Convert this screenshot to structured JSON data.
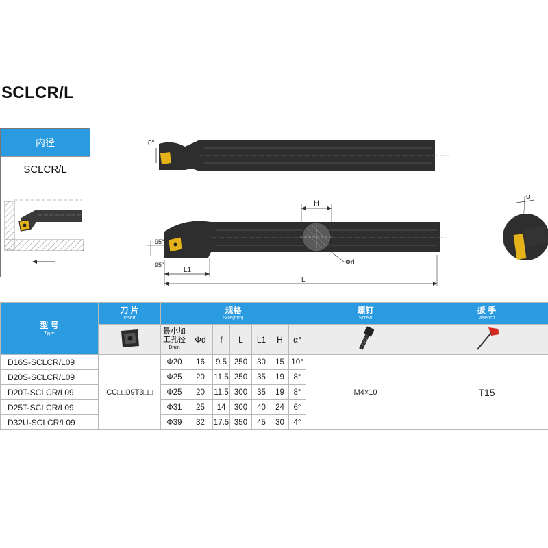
{
  "title": "SCLCR/L",
  "side_panel": {
    "heading": "内径",
    "model": "SCLCR/L"
  },
  "drawing": {
    "angle_top": "0°",
    "angle_left": "95°",
    "angle_bottom": "95°",
    "dim_h": "H",
    "dim_l1": "L1",
    "dim_l": "L",
    "dim_d": "Φd",
    "angle_alpha": "α"
  },
  "table": {
    "model_header": {
      "cn": "型 号",
      "en": "Type"
    },
    "insert_header": {
      "cn": "刀 片",
      "en": "Insert"
    },
    "size_header": {
      "cn": "规格",
      "en": "Size(mm)"
    },
    "screw_header": {
      "cn": "螺钉",
      "en": "Screw"
    },
    "wrench_header": {
      "cn": "扳 手",
      "en": "Wrench"
    },
    "dmin_header": {
      "cn": "最小加工孔径",
      "en": "Dmin"
    },
    "sub_headers": [
      "Φd",
      "f",
      "L",
      "L1",
      "H",
      "α°"
    ],
    "rows": [
      {
        "model": "D16S-SCLCR/L09",
        "dmin": "Φ20",
        "d": "16",
        "f": "9.5",
        "L": "250",
        "L1": "30",
        "H": "15",
        "a": "10°"
      },
      {
        "model": "D20S-SCLCR/L09",
        "dmin": "Φ25",
        "d": "20",
        "f": "11.5",
        "L": "250",
        "L1": "35",
        "H": "19",
        "a": "8°"
      },
      {
        "model": "D20T-SCLCR/L09",
        "dmin": "Φ25",
        "d": "20",
        "f": "11.5",
        "L": "300",
        "L1": "35",
        "H": "19",
        "a": "8°"
      },
      {
        "model": "D25T-SCLCR/L09",
        "dmin": "Φ31",
        "d": "25",
        "f": "14",
        "L": "300",
        "L1": "40",
        "H": "24",
        "a": "6°"
      },
      {
        "model": "D32U-SCLCR/L09",
        "dmin": "Φ39",
        "d": "32",
        "f": "17.5",
        "L": "350",
        "L1": "45",
        "H": "30",
        "a": "4°"
      }
    ],
    "insert_value": "CC□□09T3□□",
    "screw_value": "M4×10",
    "wrench_value": "T15"
  },
  "colors": {
    "header_blue": "#2a9be0",
    "tool_body": "#2e2e2e",
    "insert_gold": "#e5b21a",
    "wrench_red": "#d42a20"
  }
}
